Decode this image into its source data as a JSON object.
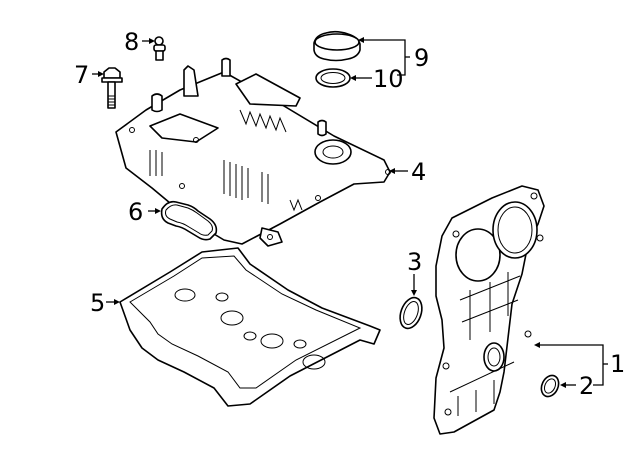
{
  "diagram": {
    "type": "exploded-parts-diagram",
    "background": "#ffffff",
    "line_color": "#000000",
    "callouts": [
      {
        "id": "1",
        "label": "1",
        "part": "timing-cover"
      },
      {
        "id": "2",
        "label": "2",
        "part": "timing-cover-oil-seal"
      },
      {
        "id": "3",
        "label": "3",
        "part": "seal-ring"
      },
      {
        "id": "4",
        "label": "4",
        "part": "valve-cover"
      },
      {
        "id": "5",
        "label": "5",
        "part": "valve-cover-gasket"
      },
      {
        "id": "6",
        "label": "6",
        "part": "small-gasket"
      },
      {
        "id": "7",
        "label": "7",
        "part": "bolt"
      },
      {
        "id": "8",
        "label": "8",
        "part": "pcv-valve"
      },
      {
        "id": "9",
        "label": "9",
        "part": "oil-filler-cap"
      },
      {
        "id": "10",
        "label": "10",
        "part": "cap-gasket"
      }
    ]
  }
}
